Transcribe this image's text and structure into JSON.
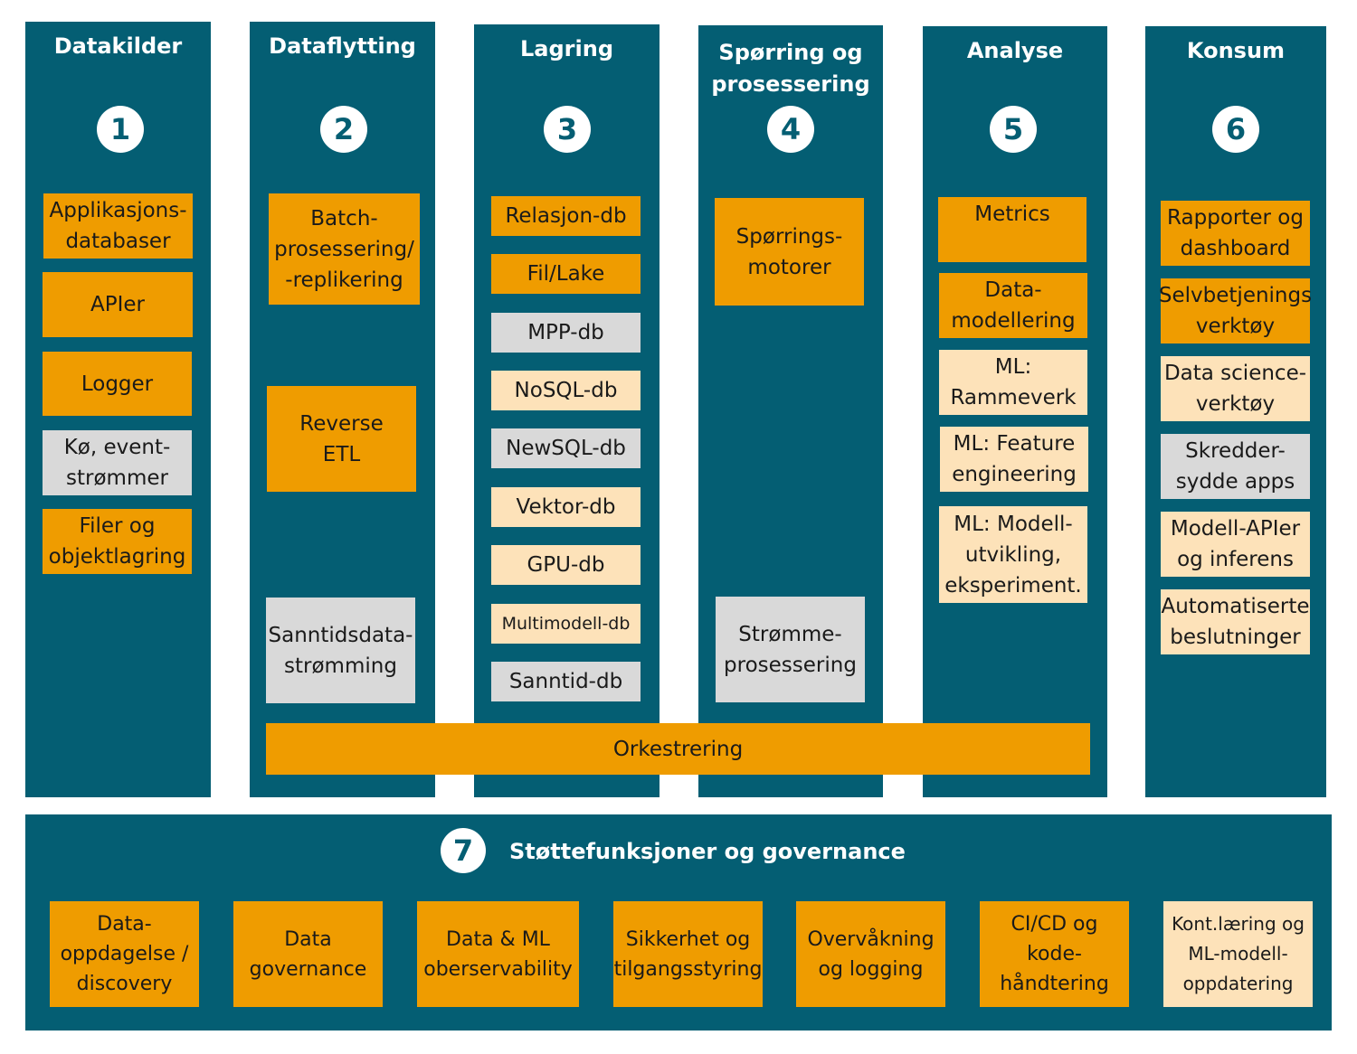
{
  "columns": [
    {
      "title": "Datakilder",
      "number": "1",
      "items": [
        "Applikasjons-\ndatabaser",
        "APIer",
        "Logger",
        "Kø, event-\nstrømmer",
        "Filer og\nobjektlagring"
      ]
    },
    {
      "title": "Dataflytting",
      "number": "2",
      "items": [
        "Batch-\nprosessering/\n-replikering",
        "Reverse\nETL",
        "Sanntidsdata-\nstrømming"
      ]
    },
    {
      "title": "Lagring",
      "number": "3",
      "items": [
        "Relasjon-db",
        "Fil/Lake",
        "MPP-db",
        "NoSQL-db",
        "NewSQL-db",
        "Vektor-db",
        "GPU-db",
        "Multimodell-db",
        "Sanntid-db"
      ]
    },
    {
      "title": "Spørring og\nprosessering",
      "number": "4",
      "items": [
        "Spørrings-\nmotorer",
        "Strømme-\nprosessering"
      ]
    },
    {
      "title": "Analyse",
      "number": "5",
      "items": [
        "Metrics",
        "Data-\nmodellering",
        "ML:\nRammeverk",
        "ML: Feature\nengineering",
        "ML: Modell-\nutvikling,\neksperiment."
      ]
    },
    {
      "title": "Konsum",
      "number": "6",
      "items": [
        "Rapporter og\ndashboard",
        "Selvbetjenings\nverktøy",
        "Data science-\nverktøy",
        "Skredder-\nsydde apps",
        "Modell-APIer\nog inferens",
        "Automatiserte\nbeslutninger"
      ]
    }
  ],
  "orchestration": "Orkestrering",
  "support": {
    "number": "7",
    "title": "Støttefunksjoner og governance",
    "items": [
      "Data-\noppdagelse /\ndiscovery",
      "Data\ngovernance",
      "Data & ML\noberservability",
      "Sikkerhet og\ntilgangsstyring",
      "Overvåkning\nog logging",
      "CI/CD og\nkode-\nhåndtering",
      "Kont.læring og\nML-modell-\noppdatering"
    ]
  },
  "colors": {
    "panel": "#045e73",
    "orange": "#ef9c00",
    "light_orange": "#fde2b9",
    "grey": "#d9d9d9"
  }
}
